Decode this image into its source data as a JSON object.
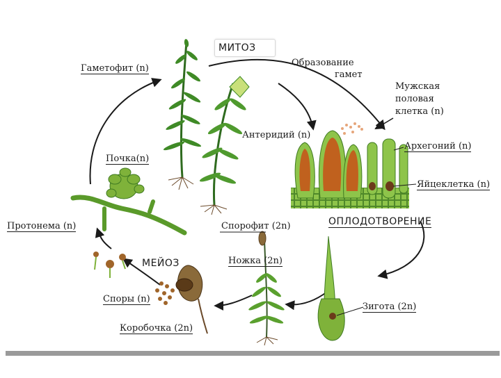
{
  "labels": {
    "mitoz": "МИТОЗ",
    "gametophyte": "Гаметофит (n)",
    "gamete_formation_1": "Образование",
    "gamete_formation_2": "гамет",
    "male_cell_1": "Мужская",
    "male_cell_2": "половая",
    "male_cell_3": "клетка (n)",
    "antheridium": "Антеридий (n)",
    "archegonium": "Архегоний (n)",
    "egg_cell": "Яйцеклетка (n)",
    "bud": "Почка(n)",
    "protonema": "Протонема (n)",
    "sporophyte": "Спорофит (2n)",
    "fertilization": "ОПЛОДОТВОРЕНИЕ",
    "meiosis": "МЕЙОЗ",
    "stalk": "Ножка (2n)",
    "spores": "Споры (n)",
    "zygote": "Зигота (2n)",
    "capsule": "Коробочка (2n)"
  },
  "colors": {
    "plant_dark": "#2f6b1f",
    "plant_light": "#7fb23a",
    "cell_green": "#8ec44a",
    "cell_outline": "#3f7a22",
    "antheridium_orange": "#c0611e",
    "spore_brown": "#a0652a",
    "arrow": "#1a1a1a",
    "bar": "#9a9a9a"
  }
}
